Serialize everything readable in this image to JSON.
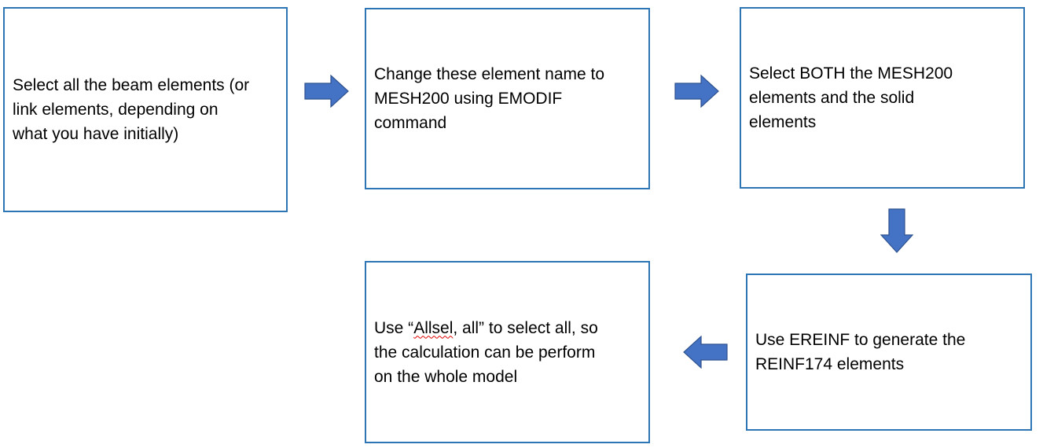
{
  "colors": {
    "box_border": "#2e75b6",
    "arrow_fill": "#4472c4",
    "arrow_stroke": "#2f528f"
  },
  "steps": [
    {
      "text": "Select all the beam elements (or\nlink elements, depending on\nwhat you have initially)"
    },
    {
      "text": "Change these element name to\nMESH200 using EMODIF\ncommand"
    },
    {
      "text": "Select BOTH the MESH200\nelements and the solid\nelements"
    },
    {
      "text": "Use EREINF to generate the\nREINF174 elements"
    },
    {
      "text_prefix": "Use “",
      "text_flagged": "Allsel",
      "text_suffix": ", all” to select all, so\nthe calculation can be perform\non the whole model"
    }
  ],
  "arrows": [
    {
      "direction": "right"
    },
    {
      "direction": "right"
    },
    {
      "direction": "down"
    },
    {
      "direction": "left"
    }
  ]
}
